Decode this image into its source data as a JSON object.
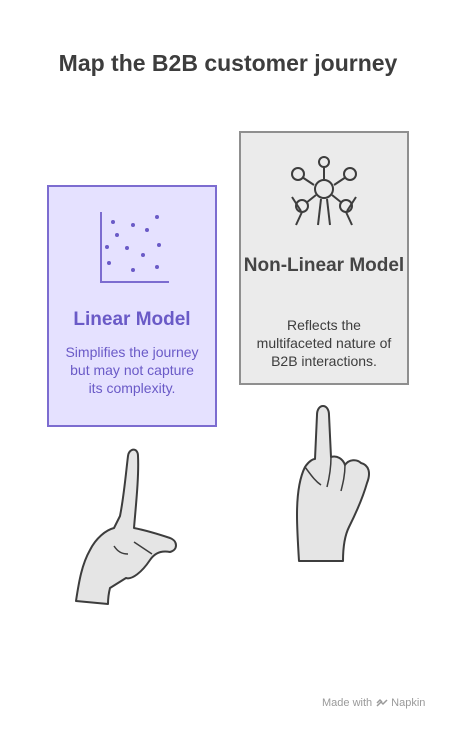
{
  "title": "Map the B2B customer journey",
  "cards": {
    "linear": {
      "title": "Linear Model",
      "description": "Simplifies the journey but may not capture its complexity.",
      "icon": "scatter-plot-icon",
      "accent": "#6a5ac7",
      "background": "#e5e1ff"
    },
    "nonlinear": {
      "title": "Non-Linear Model",
      "description": "Reflects the multifaceted nature of B2B interactions.",
      "icon": "network-molecule-icon",
      "accent": "#454545",
      "background": "#ebebeb"
    }
  },
  "footer": {
    "made_with": "Made with",
    "brand": "Napkin"
  }
}
